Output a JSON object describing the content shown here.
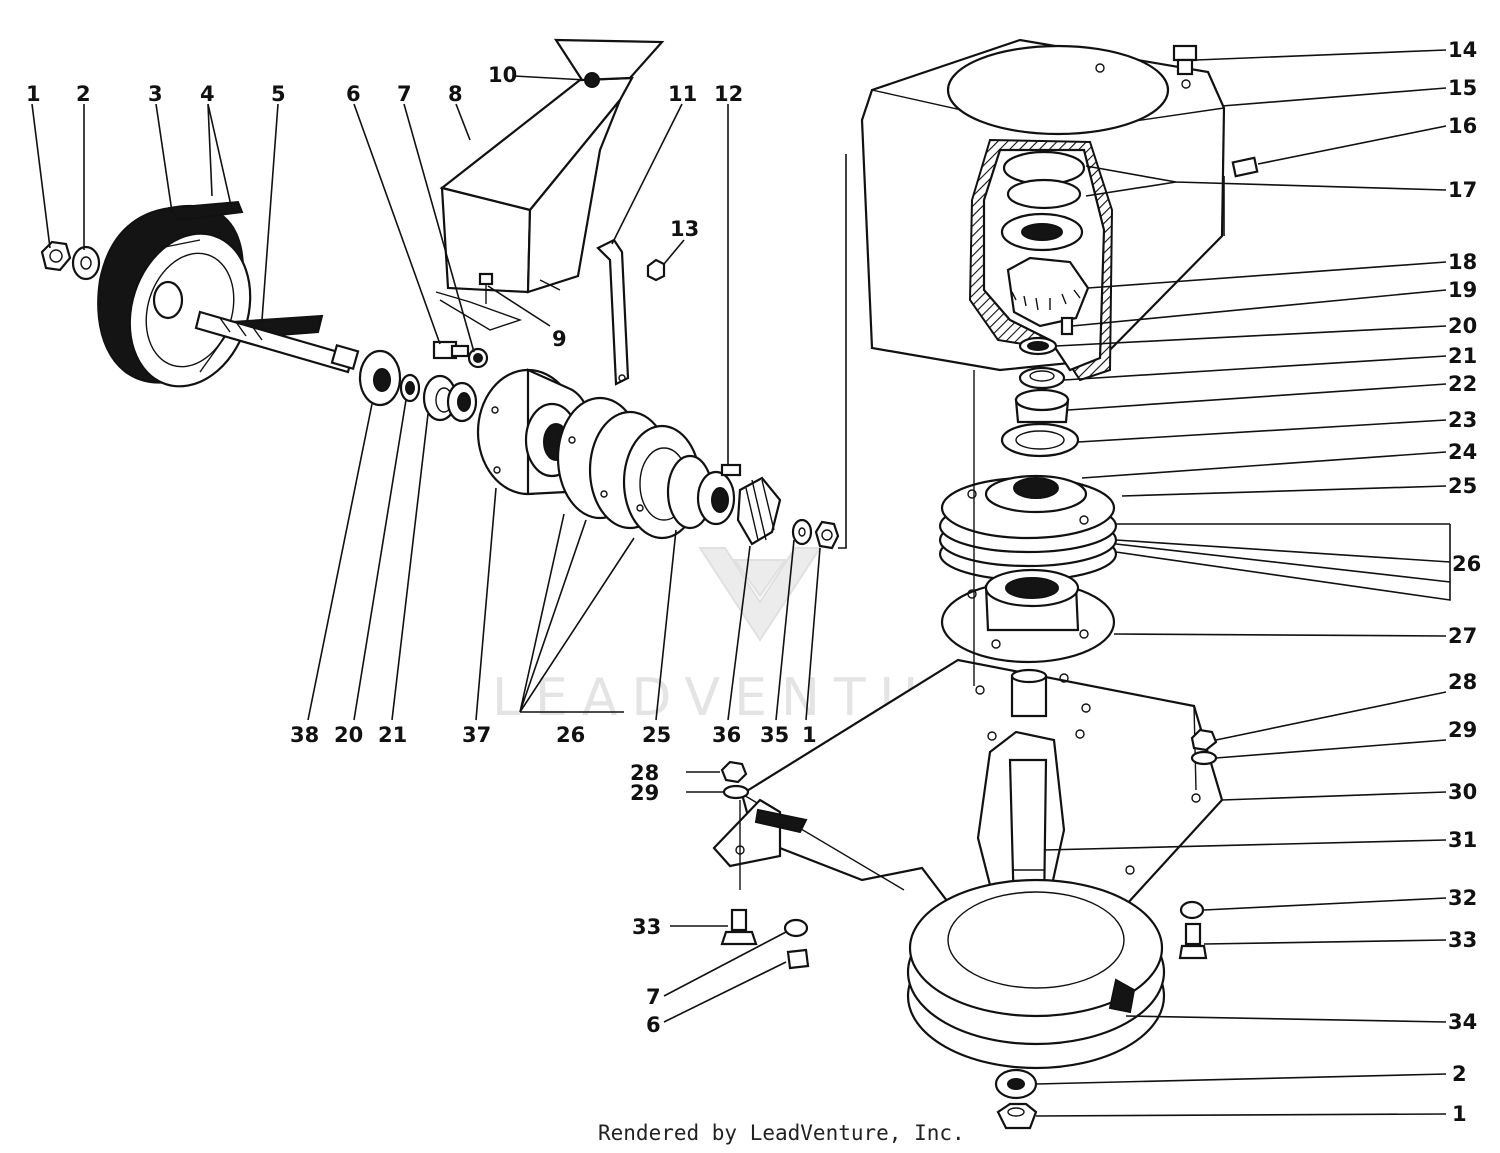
{
  "watermark": {
    "text": "LEADVENTURE",
    "icon": "leadventure-logo-icon"
  },
  "credit": "Rendered by LeadVenture, Inc.",
  "callouts": {
    "l1": "1",
    "l2": "2",
    "l3": "3",
    "l4": "4",
    "l5": "5",
    "l6": "6",
    "l7": "7",
    "l8": "8",
    "l9": "9",
    "l10": "10",
    "l11": "11",
    "l12": "12",
    "l13": "13",
    "b38": "38",
    "b20": "20",
    "b21": "21",
    "b37": "37",
    "b26": "26",
    "b25": "25",
    "b36": "36",
    "b35": "35",
    "b1": "1",
    "r14": "14",
    "r15": "15",
    "r16": "16",
    "r17": "17",
    "r18": "18",
    "r19": "19",
    "r20": "20",
    "r21": "21",
    "r22": "22",
    "r23": "23",
    "r24": "24",
    "r25": "25",
    "r26": "26",
    "r27": "27",
    "r28": "28",
    "r29": "29",
    "r30": "30",
    "r31": "31",
    "r32": "32",
    "r33": "33",
    "r34": "34",
    "r2": "2",
    "r1": "1",
    "m28": "28",
    "m29": "29",
    "m33": "33",
    "m7": "7",
    "m6": "6"
  }
}
